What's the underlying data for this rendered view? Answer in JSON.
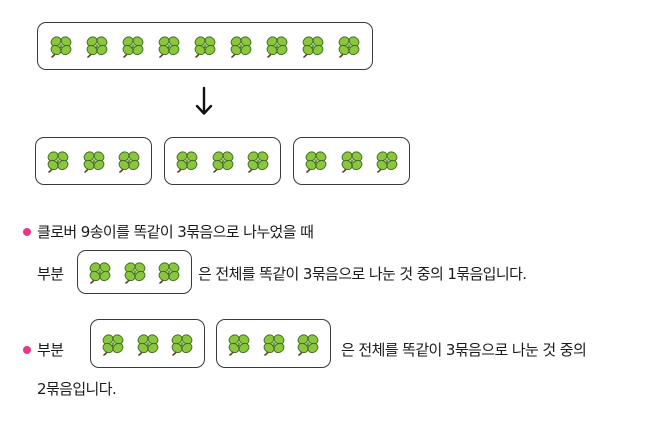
{
  "top_group": {
    "clover_count": 9
  },
  "arrow_icon": "down-arrow-icon",
  "bundles": [
    {
      "clover_count": 3
    },
    {
      "clover_count": 3
    },
    {
      "clover_count": 3
    }
  ],
  "clover_icon": "clover-icon",
  "colors": {
    "leaf": "#8cc63f",
    "leaf_outline": "#3b6b1c",
    "stem": "#5b3a1e",
    "bullet": "#e8388a",
    "box_border": "#3a3a3a"
  },
  "point1": {
    "line1": "클로버 9송이를 똑같이 3묶음으로 나누었을 때",
    "prefix": "부분",
    "suffix": "은 전체를 똑같이 3묶음으로 나눈 것 중의 1묶음입니다.",
    "box_clover_count": 3
  },
  "point2": {
    "prefix": "부분",
    "suffix": "은 전체를 똑같이 3묶음으로 나눈 것 중의",
    "line2": "2묶음입니다.",
    "boxes": [
      {
        "clover_count": 3
      },
      {
        "clover_count": 3
      }
    ]
  }
}
